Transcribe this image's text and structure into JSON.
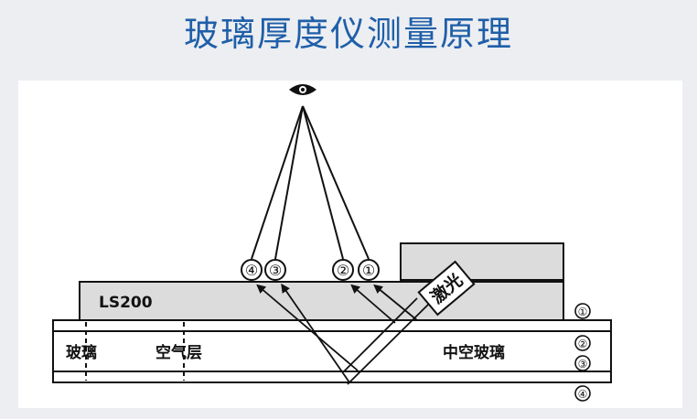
{
  "title": "玻璃厚度仪测量原理",
  "device_label": "LS200",
  "laser_label": "激光",
  "labels": {
    "glass": "玻璃",
    "air_layer": "空气层",
    "hollow_glass": "中空玻璃"
  },
  "beam_markers": [
    "④",
    "③",
    "②",
    "①"
  ],
  "surface_markers": [
    "①",
    "②",
    "③",
    "④"
  ],
  "eye_icon": "eye-icon",
  "colors": {
    "title": "#1f5fa8",
    "device_fill": "#dcdcdc",
    "line": "#111111"
  }
}
